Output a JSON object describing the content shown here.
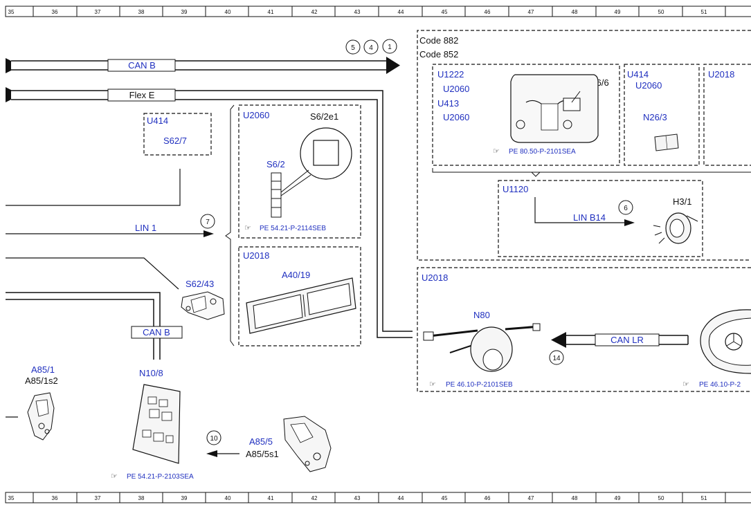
{
  "ruler": {
    "top_numbers": [
      "35",
      "36",
      "37",
      "38",
      "39",
      "40",
      "41",
      "42",
      "43",
      "44",
      "45",
      "46",
      "47",
      "48",
      "49",
      "50",
      "51"
    ],
    "bottom_numbers": [
      "35",
      "36",
      "37",
      "38",
      "39",
      "40",
      "41",
      "42",
      "43",
      "44",
      "45",
      "46",
      "47",
      "48",
      "49",
      "50",
      "51"
    ]
  },
  "buses": {
    "can_b_top": "CAN B",
    "flex_e": "Flex E",
    "can_b_lower": "CAN B",
    "can_lr": "CAN LR",
    "lin1": "LIN 1",
    "lin_b14": "LIN B14"
  },
  "circle_refs": {
    "c5": "5",
    "c4": "4",
    "c1": "1",
    "c7": "7",
    "c6": "6",
    "c14": "14",
    "c10": "10"
  },
  "codes": {
    "code1": "Code 882",
    "code2": "Code 852"
  },
  "modules": {
    "u414_a": "U414",
    "s62_7": "S62/7",
    "u2060_a": "U2060",
    "s6_2e1": "S6/2e1",
    "s6_2": "S6/2",
    "pe_s6": "PE 54.21-P-2114SEB",
    "u2018_a": "U2018",
    "a40_19": "A40/19",
    "s62_43": "S62/43",
    "a85_1": "A85/1",
    "a85_1s2": "A85/1s2",
    "n10_8": "N10/8",
    "pe_n10": "PE 54.21-P-2103SEA",
    "a85_5": "A85/5",
    "a85_5s1": "A85/5s1",
    "u1222": "U1222",
    "u2060_b": "U2060",
    "u413": "U413",
    "u2060_c": "U2060",
    "n26_6": "N26/6",
    "pe_n26": "PE 80.50-P-2101SEA",
    "u414_b": "U414",
    "u2060_d": "U2060",
    "n26_3": "N26/3",
    "u2018_b": "U2018",
    "u1120": "U1120",
    "h3_1": "H3/1",
    "u2018_c": "U2018",
    "n80": "N80",
    "pe_n80": "PE 46.10-P-2101SEB",
    "pe_wheel": "PE 46.10-P-2"
  },
  "colors": {
    "label_blue": "#1f2fbf",
    "line": "#111111"
  }
}
